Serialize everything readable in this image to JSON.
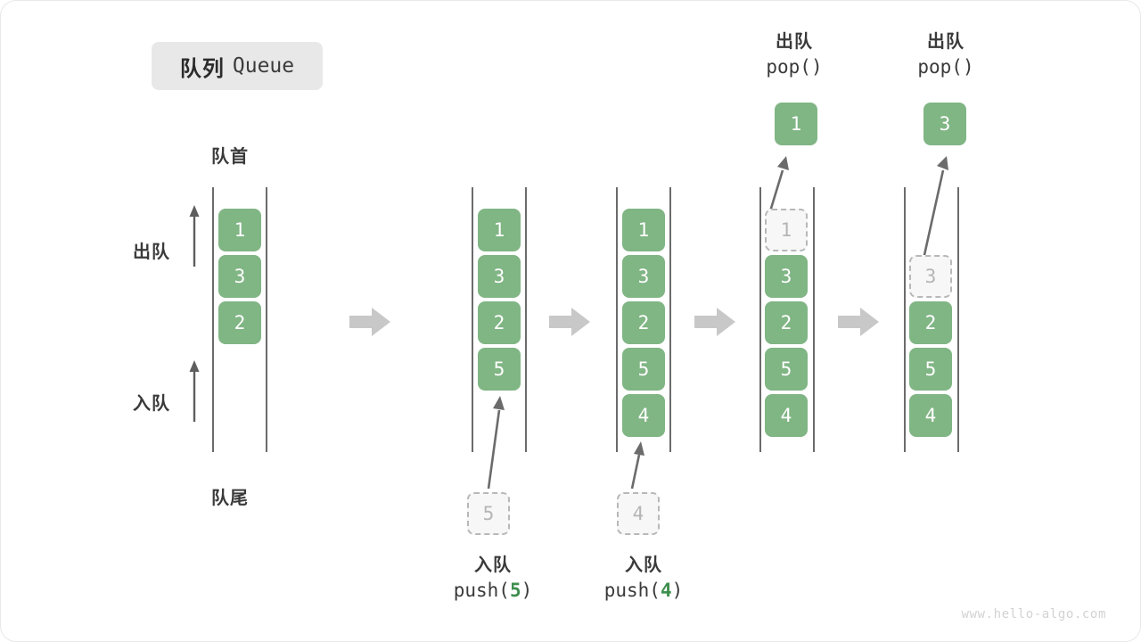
{
  "title": {
    "cn": "队列",
    "en": "Queue"
  },
  "labels": {
    "front": "队首",
    "rear": "队尾",
    "dequeue": "出队",
    "enqueue": "入队"
  },
  "colors": {
    "element": "#80b584",
    "ghost_fill": "#f7f7f7",
    "ghost_border": "#b8b8b8",
    "rail": "#6b6b6b",
    "stage_arrow": "#c8c8c8",
    "accent_number": "#3e8e4e",
    "chip_bg": "#e8e8e8",
    "text": "#3a3a3a",
    "watermark": "#d2d2d2"
  },
  "stages": [
    {
      "id": "initial",
      "caption_line1": "",
      "caption_line2": "",
      "items": [
        "1",
        "3",
        "2"
      ],
      "ghost_in_queue": null,
      "incoming": null,
      "popped": null
    },
    {
      "id": "push-5",
      "caption_line1": "入队",
      "caption_line2_prefix": "push(",
      "caption_line2_num": "5",
      "caption_line2_suffix": ")",
      "items": [
        "1",
        "3",
        "2",
        "5"
      ],
      "ghost_in_queue": null,
      "incoming": "5",
      "popped": null
    },
    {
      "id": "push-4",
      "caption_line1": "入队",
      "caption_line2_prefix": "push(",
      "caption_line2_num": "4",
      "caption_line2_suffix": ")",
      "items": [
        "1",
        "3",
        "2",
        "5",
        "4"
      ],
      "ghost_in_queue": null,
      "incoming": "4",
      "popped": null
    },
    {
      "id": "pop-1",
      "caption_line1": "出队",
      "caption_line2_prefix": "pop(",
      "caption_line2_num": "",
      "caption_line2_suffix": ")",
      "items": [
        "3",
        "2",
        "5",
        "4"
      ],
      "ghost_in_queue": "1",
      "incoming": null,
      "popped": "1"
    },
    {
      "id": "pop-3",
      "caption_line1": "出队",
      "caption_line2_prefix": "pop(",
      "caption_line2_num": "",
      "caption_line2_suffix": ")",
      "items": [
        "2",
        "5",
        "4"
      ],
      "ghost_in_queue": "3",
      "incoming": null,
      "popped": "3"
    }
  ],
  "watermark": "www.hello-algo.com"
}
